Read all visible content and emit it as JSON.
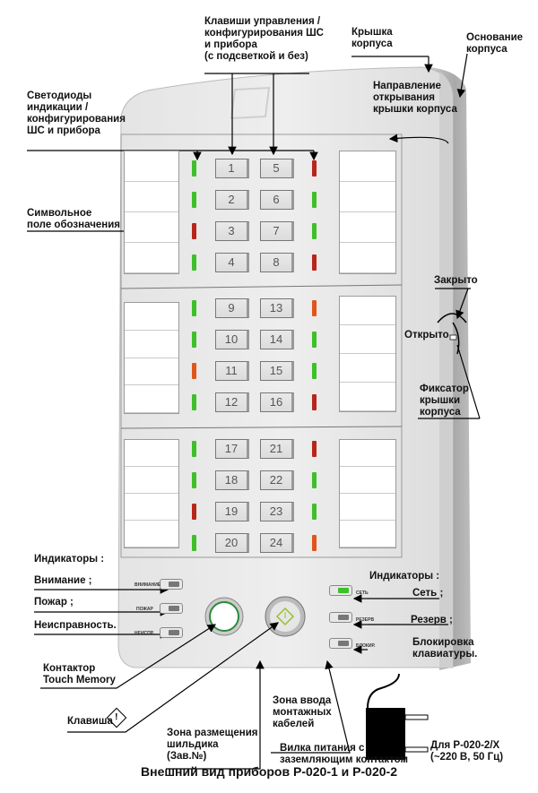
{
  "labels": {
    "keys": "Клавиши управления /\nконфигурирования ШС\nи прибора\n(с подсветкой и без)",
    "cover": "Крышка\nкорпуса",
    "base": "Основание\nкорпуса",
    "leds": "Светодиоды\nиндикации /\nконфигурирования\nШС и прибора",
    "open_direction": "Направление\nоткрывания\nкрышки корпуса",
    "symbol_field": "Символьное\nполе обозначения",
    "closed": "Закрыто",
    "opened": "Открыто",
    "latch": "Фиксатор\nкрышки\nкорпуса",
    "indicators_left": "Индикаторы :",
    "attention": "Внимание ;",
    "fire": "Пожар ;",
    "fault": "Неисправность.",
    "indicators_right": "Индикаторы :",
    "network": "Сеть ;",
    "reserve": "Резерв ;",
    "keyboard_lock": "Блокировка\nклавиатуры.",
    "touch_memory": "Контактор\nTouch Memory",
    "key": "Клавиша",
    "nameplate_zone": "Зона размещения\nшильдика\n(Зав.№)",
    "cable_zone": "Зона ввода\nмонтажных\nкабелей",
    "plug": "Вилка питания с\nзаземляющим контактом",
    "plug_model": "Для Р-020-2/Х\n(~220 В, 50 Гц)"
  },
  "device_text": {
    "attention": "ВНИМАНИЕ",
    "fire": "ПОЖАР",
    "fault": "НЕИСПР.",
    "network": "СЕТЬ",
    "reserve": "РЕЗЕРВ",
    "lock": "БЛОКИР."
  },
  "keys": [
    {
      "left": "1",
      "right": "5",
      "led_left": "green",
      "led_right": "red"
    },
    {
      "left": "2",
      "right": "6",
      "led_left": "green",
      "led_right": "green"
    },
    {
      "left": "3",
      "right": "7",
      "led_left": "red",
      "led_right": "green"
    },
    {
      "left": "4",
      "right": "8",
      "led_left": "green",
      "led_right": "red"
    },
    {
      "left": "9",
      "right": "13",
      "led_left": "green",
      "led_right": "orange"
    },
    {
      "left": "10",
      "right": "14",
      "led_left": "green",
      "led_right": "green"
    },
    {
      "left": "11",
      "right": "15",
      "led_left": "orange",
      "led_right": "green"
    },
    {
      "left": "12",
      "right": "16",
      "led_left": "green",
      "led_right": "red"
    },
    {
      "left": "17",
      "right": "21",
      "led_left": "green",
      "led_right": "red"
    },
    {
      "left": "18",
      "right": "22",
      "led_left": "green",
      "led_right": "green"
    },
    {
      "left": "19",
      "right": "23",
      "led_left": "red",
      "led_right": "green"
    },
    {
      "left": "20",
      "right": "24",
      "led_left": "green",
      "led_right": "orange"
    }
  ],
  "colors": {
    "green": "#3fbf2a",
    "red": "#b8261a",
    "orange": "#e0561a"
  },
  "caption": "Внешний вид приборов Р-020-1 и Р-020-2"
}
